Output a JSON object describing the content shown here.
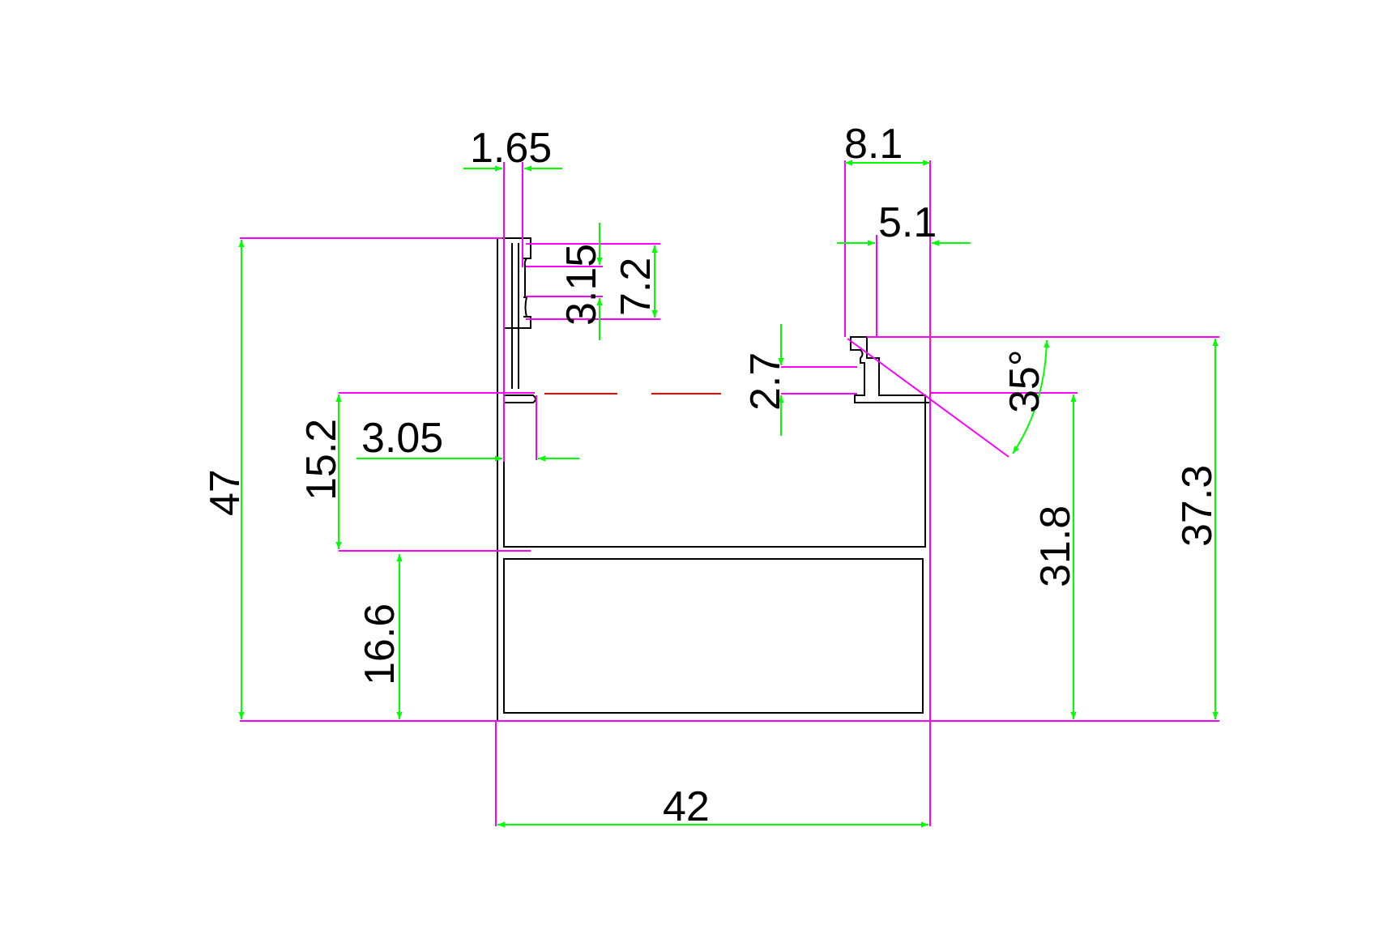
{
  "colors": {
    "background": "#ffffff",
    "profile_outline": "#000000",
    "extension_lines": "#ff00ff",
    "dimension_lines": "#00ff00",
    "center_line": "#ff0000",
    "text": "#000000"
  },
  "dimensions": {
    "slot_width": "1.65",
    "top_right_width": "8.1",
    "lip_width": "5.1",
    "slot_depth": "3.15",
    "slot_span": "7.2",
    "groove_height": "2.7",
    "angle": "35°",
    "total_height": "47",
    "upper_chamber_height": "15.2",
    "groove_offset": "3.05",
    "lower_chamber_height": "16.6",
    "right_chamber_height": "31.8",
    "right_total_height": "37.3",
    "total_width": "42"
  }
}
